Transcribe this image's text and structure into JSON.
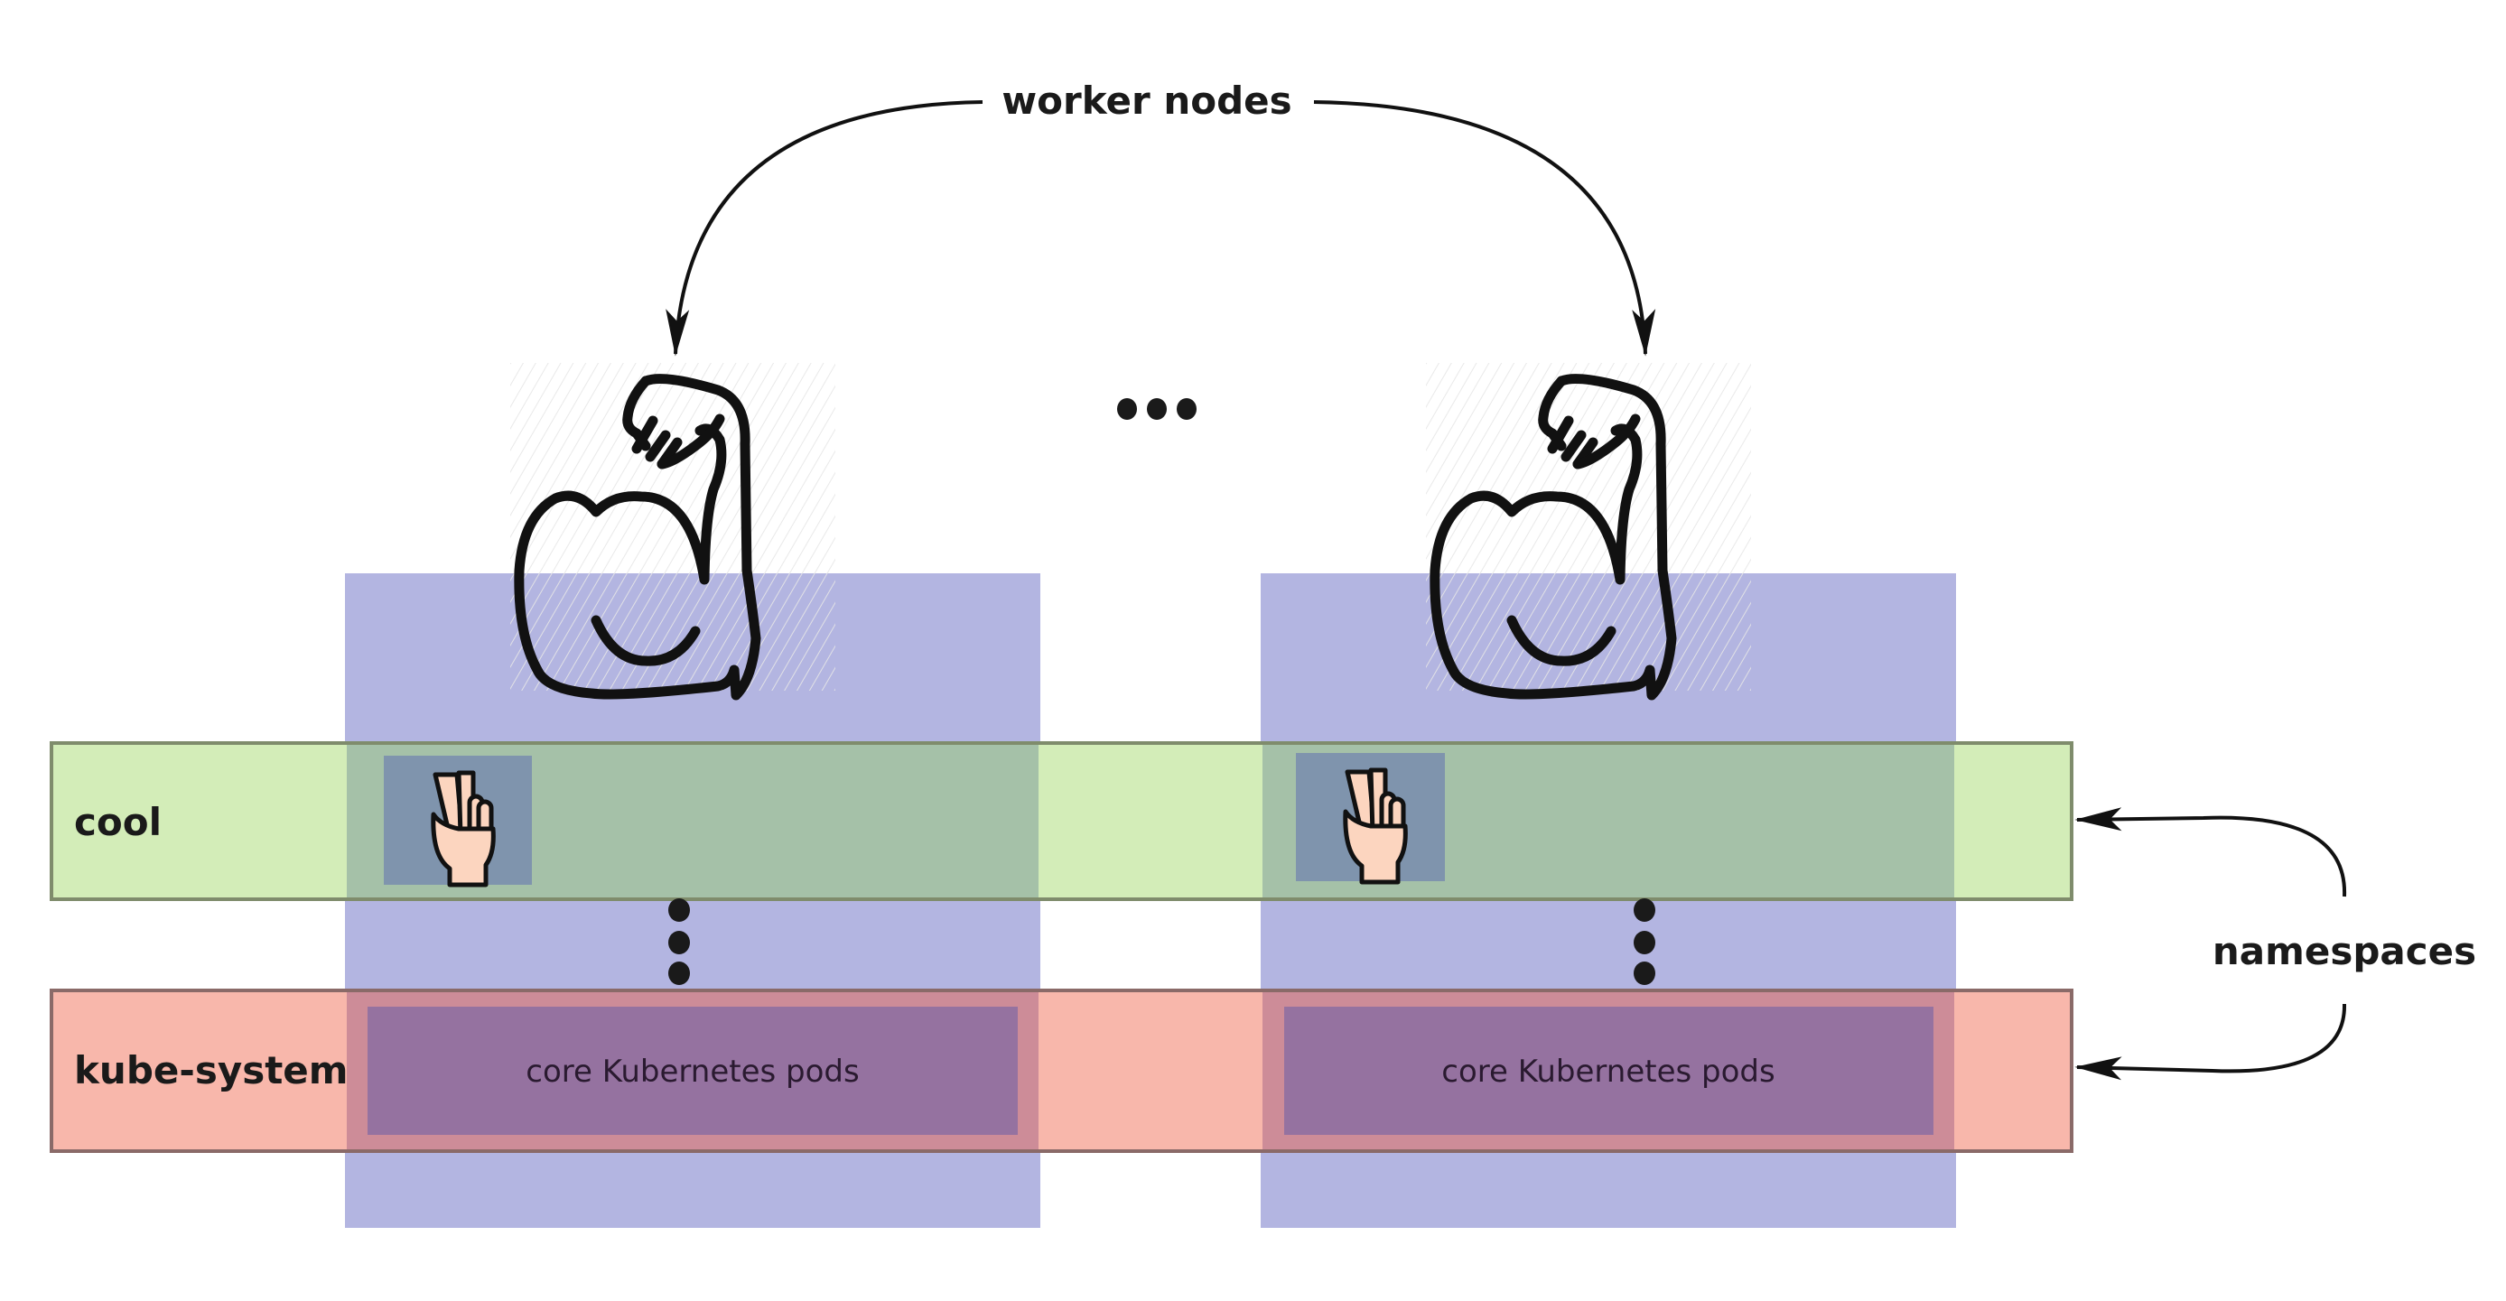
{
  "diagram": {
    "labels": {
      "worker_nodes": "worker nodes",
      "namespaces": "namespaces",
      "horizontal_ellipsis": "•••"
    },
    "worker_nodes": [
      {
        "id": "node-1",
        "icon": "flexed-biceps-icon",
        "pods": {
          "cool": {
            "icon": "victory-hand-icon"
          },
          "kube_system": {
            "label": "core Kubernetes pods"
          }
        }
      },
      {
        "id": "node-2",
        "icon": "flexed-biceps-icon",
        "pods": {
          "cool": {
            "icon": "victory-hand-icon"
          },
          "kube_system": {
            "label": "core Kubernetes pods"
          }
        }
      }
    ],
    "namespaces": [
      {
        "name": "cool",
        "color": "#d3edb8",
        "border": "#7f8c6c"
      },
      {
        "name": "kube-system",
        "color": "#f8b7ab",
        "border": "#8a6a68"
      }
    ],
    "colors": {
      "node": "#b3b5e1",
      "pod_core": "#9572a0",
      "pod_cool": "#7f94ad",
      "cool_overlap": "#a5c1a8",
      "kube_overlap": "#cd8c98"
    }
  }
}
